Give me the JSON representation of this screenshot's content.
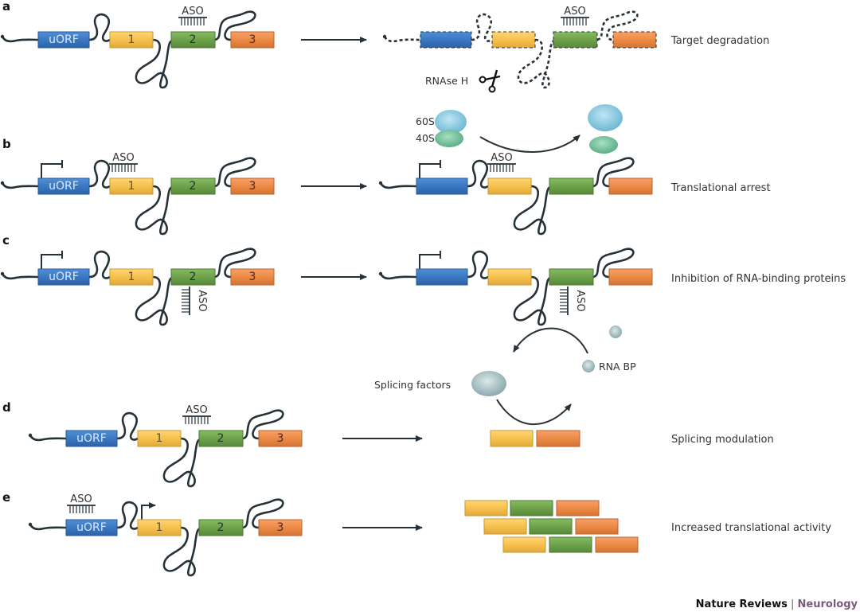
{
  "figure": {
    "credit": {
      "journal": "Nature Reviews",
      "separator": " | ",
      "section": "Neurology"
    },
    "colors": {
      "uorf": "#3a78c2",
      "exon1": "#f6c04e",
      "exon2": "#6da24b",
      "exon3": "#ec8a45",
      "rna_strand": "#263238",
      "ribosome_60s": "#7fc3dd",
      "ribosome_40s": "#6dbf98",
      "binding_protein": "#9bb9bd",
      "credit_accent": "#7b5a7d"
    },
    "exon_labels": {
      "uorf": "uORF",
      "e1": "1",
      "e2": "2",
      "e3": "3"
    },
    "aso_label": "ASO",
    "panels": [
      {
        "letter": "a",
        "outcome": "Target degradation",
        "aso_target": "exon 2",
        "annotation": "RNAse H",
        "icon": "scissors-icon"
      },
      {
        "letter": "b",
        "outcome": "Translational arrest",
        "aso_target": "exon 1",
        "annotation_60s": "60S",
        "annotation_40s": "40S"
      },
      {
        "letter": "c",
        "outcome": "Inhibition of RNA-binding proteins",
        "aso_target": "intron after exon 2 (below)",
        "annotation": "RNA BP"
      },
      {
        "letter": "d",
        "outcome": "Splicing modulation",
        "aso_target": "exon 2 junction",
        "annotation": "Splicing factors"
      },
      {
        "letter": "e",
        "outcome": "Increased translational activity",
        "aso_target": "uORF"
      }
    ]
  }
}
